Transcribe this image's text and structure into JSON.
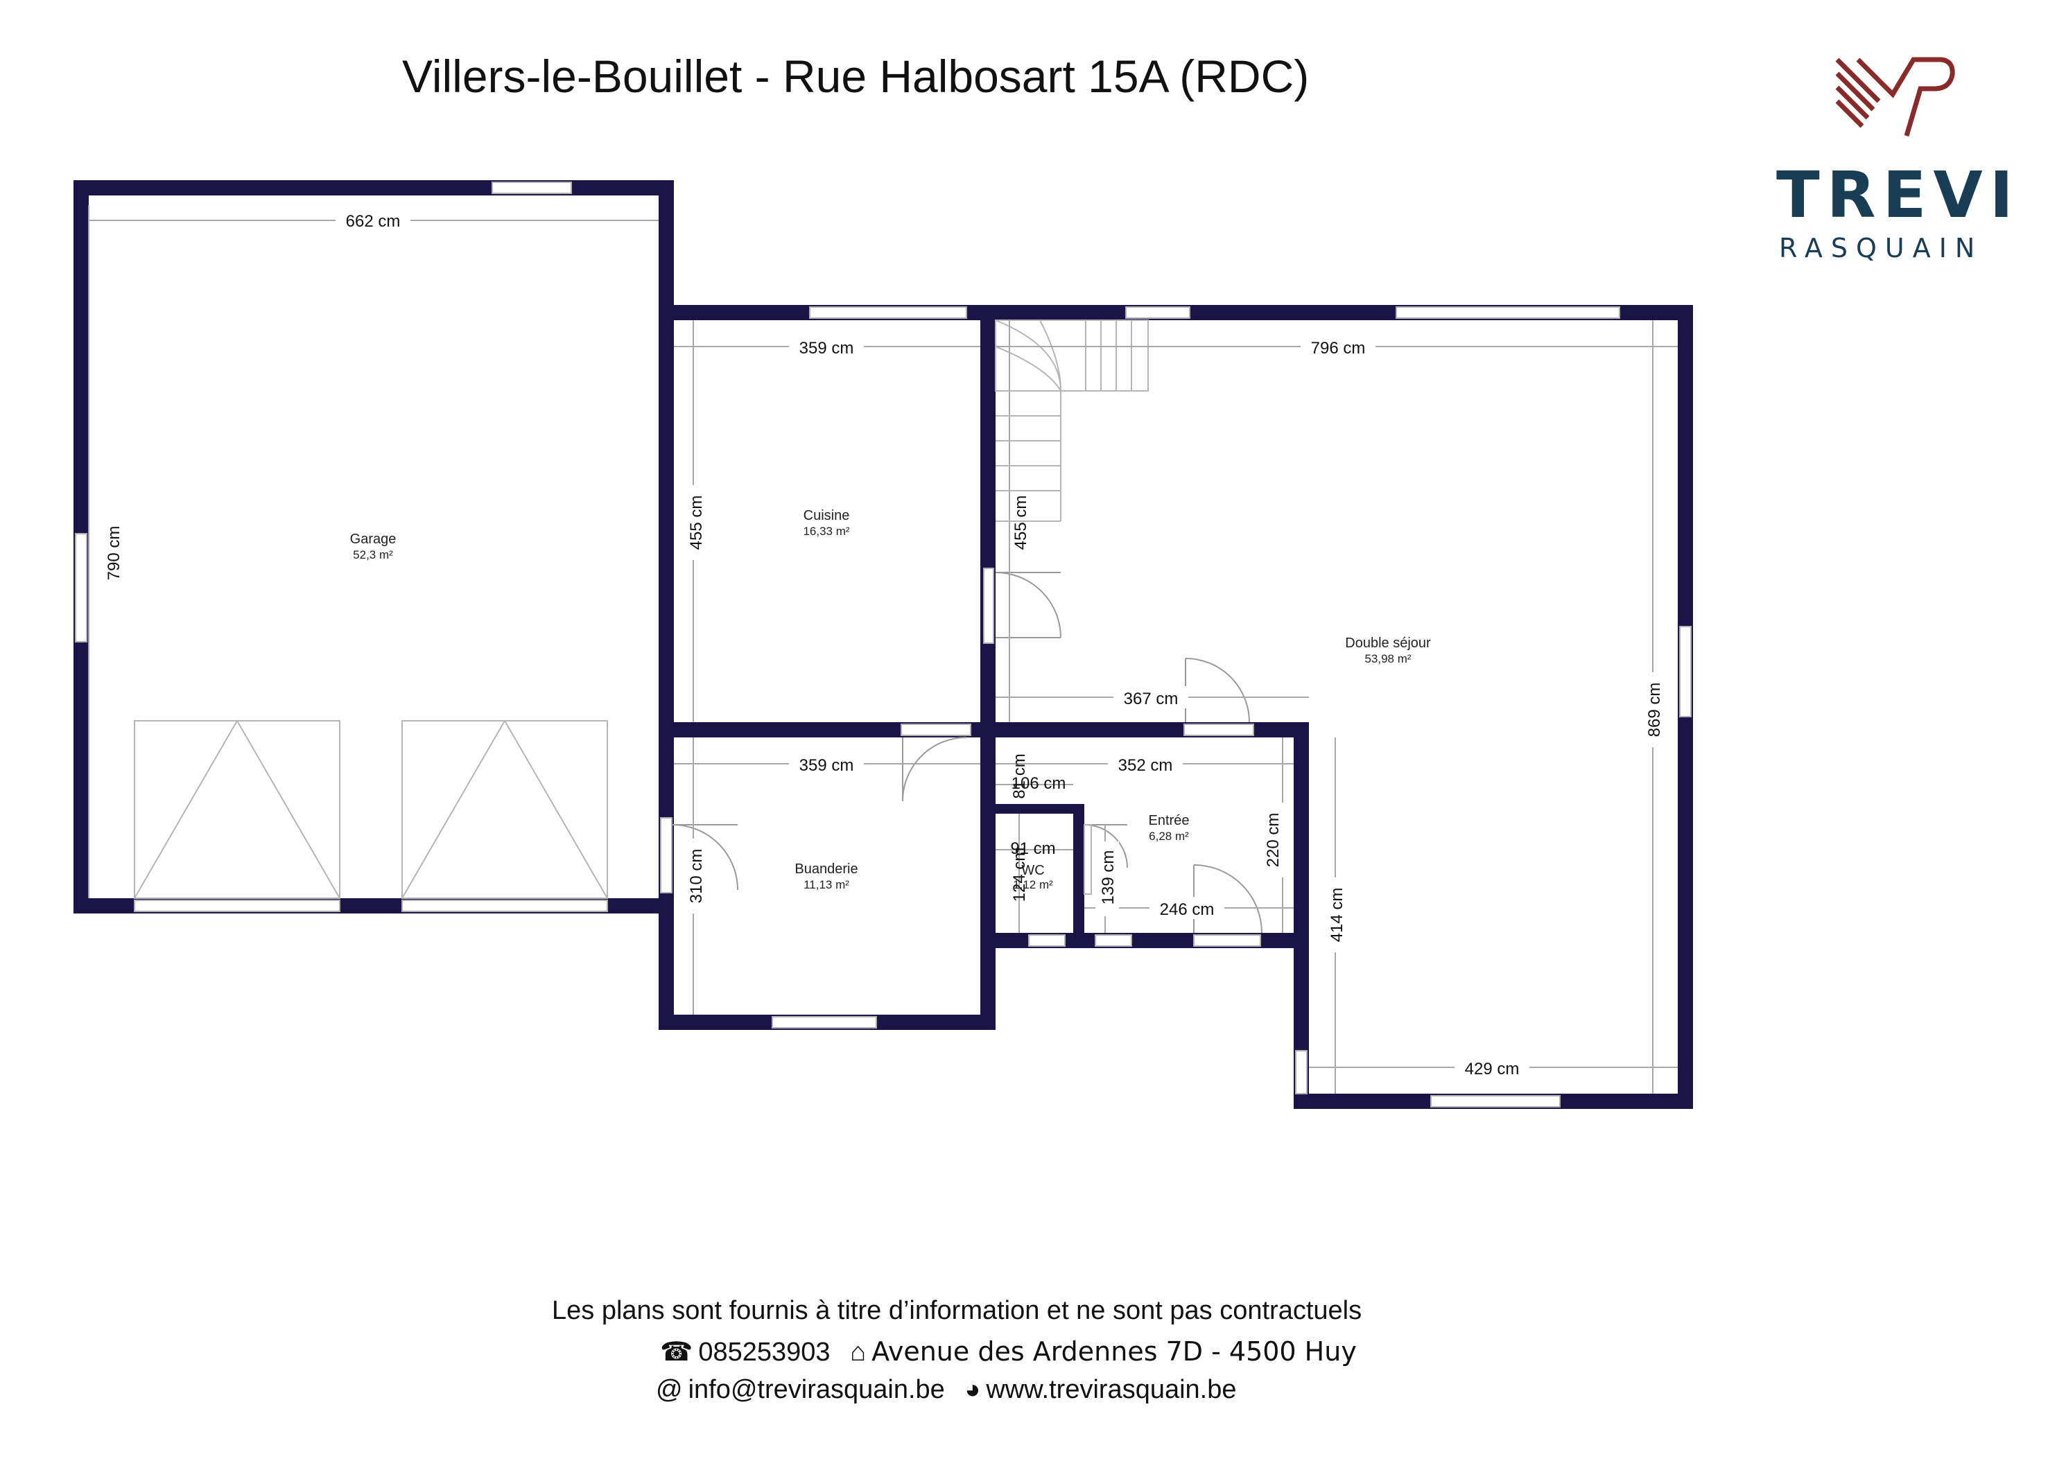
{
  "title": "Villers-le-Bouillet - Rue Halbosart 15A (RDC)",
  "logo": {
    "name": "TREVI",
    "sub": "RASQUAIN"
  },
  "colors": {
    "wall": "#1a1447",
    "dim_line": "#9a9a9a",
    "brand": "#183d55",
    "brand_accent": "#8a2b2b"
  },
  "rooms": {
    "garage": {
      "name": "Garage",
      "area": "52,3 m²"
    },
    "cuisine": {
      "name": "Cuisine",
      "area": "16,33 m²"
    },
    "sejour": {
      "name": "Double séjour",
      "area": "53,98 m²"
    },
    "buanderie": {
      "name": "Buanderie",
      "area": "11,13 m²"
    },
    "entree": {
      "name": "Entrée",
      "area": "6,28 m²"
    },
    "wc": {
      "name": "WC",
      "area": "1,12 m²"
    }
  },
  "dimensions": {
    "garage_w": "662 cm",
    "garage_h": "790 cm",
    "cuisine_w": "359 cm",
    "cuisine_h": "455 cm",
    "stair_h": "455 cm",
    "sejour_w": "796 cm",
    "sejour_h": "869 cm",
    "hall_w": "367 cm",
    "buanderie_w": "359 cm",
    "buanderie_h": "310 cm",
    "entree_w": "352 cm",
    "entree_h": "220 cm",
    "passage_h": "81 cm",
    "passage_w": "106 cm",
    "wc_w": "91 cm",
    "wc_h": "124 cm",
    "closet_h": "139 cm",
    "entree_bottom_w": "246 cm",
    "sejour_lower_h": "414 cm",
    "sejour_bottom_w": "429 cm"
  },
  "footer": {
    "disclaimer": "Les plans sont fournis à titre d’information et ne sont pas contractuels",
    "phone": "085253903",
    "address": "Avenue des Ardennes 7D - 4500 Huy",
    "email": "info@trevirasquain.be",
    "website": "www.trevirasquain.be"
  }
}
